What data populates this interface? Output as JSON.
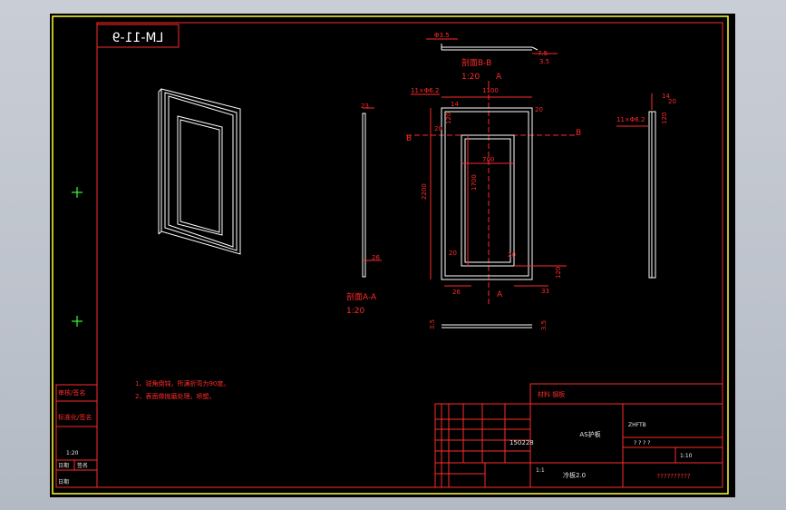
{
  "drawing": {
    "code": "LM-11-9",
    "section_bb": {
      "title": "剖面B-B",
      "scale": "1:20",
      "marker": "A"
    },
    "section_aa": {
      "title": "剖面A-A",
      "scale": "1:20"
    },
    "notes": [
      "1、锐角倒钝，所满折弯为90度。",
      "2、表面做抛磨处理。喷塑。"
    ],
    "dimensions": {
      "top_strip_left": "Φ3.5",
      "top_strip_right1": "7.5",
      "top_strip_right2": "3.5",
      "front_hole": "11×Φ6.2",
      "front_width": "1100",
      "front_height": "2200",
      "front_frame_top": "14",
      "front_frame_h": "20",
      "front_frame_side": "120",
      "front_right_dim": "20",
      "inner_width": "700",
      "inner_height": "1700",
      "front_bottom_left_a": "20",
      "front_bottom_left_b": "26",
      "front_bottom_right_a": "20",
      "front_bottom_right_b": "33",
      "front_bottom_side": "120",
      "section_mark_b_left": "B",
      "section_mark_b_right": "B",
      "section_mark_a_bottom": "A",
      "side_top": "23",
      "side_bottom": "26",
      "right_hole": "11×Φ6.2",
      "right_top1": "14",
      "right_top2": "20",
      "right_side": "120",
      "bottom_strip_left": "3.5",
      "bottom_strip_right": "3.5"
    },
    "left_stamp_labels": [
      "审核/签名",
      "标准化/签名",
      "1:20",
      "日期",
      "签名",
      "日期"
    ],
    "title_block": {
      "material_label": "材料 钢板",
      "part_name": "AS护板",
      "drawing_no": "150228",
      "scale_note": "1:1",
      "thickness": "冷板2.0",
      "company": "??????????",
      "code_small": "ZHFTB",
      "sheet_marks": "? ? ? ?",
      "qty": "1:10"
    }
  }
}
